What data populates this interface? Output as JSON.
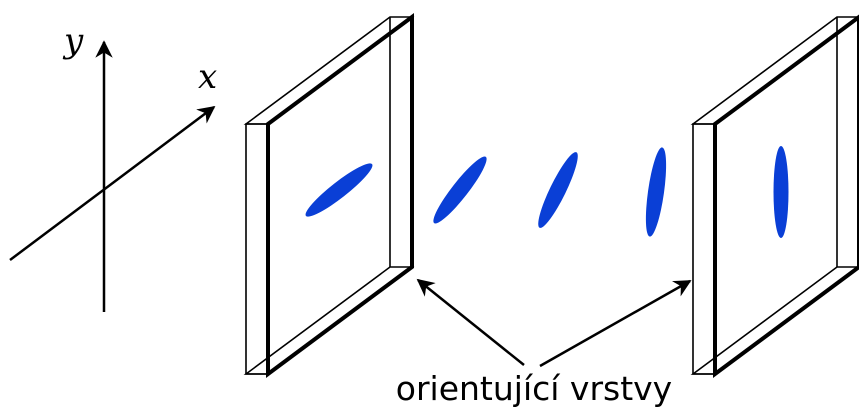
{
  "axes": {
    "x_label": "x",
    "y_label": "y"
  },
  "caption": "orientující vrstvy",
  "colors": {
    "molecule": "#0a3fd6",
    "line": "#000000",
    "background": "#ffffff"
  }
}
